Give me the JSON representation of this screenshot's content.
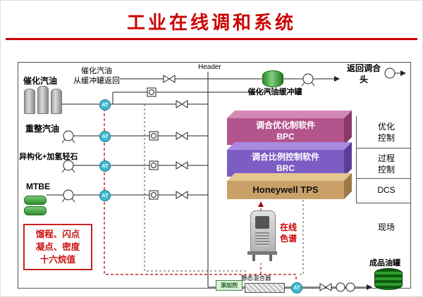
{
  "title": "工业在线调和系统",
  "feeds": {
    "catalytic": "催化汽油",
    "reformed": "重整汽油",
    "isomerized": "异构化+加氢轻石",
    "mtbe": "MTBE"
  },
  "top": {
    "header_label": "Header",
    "buffer_return_note": "催化汽油\n从缓冲罐返回",
    "buffer_tank_label": "催化汽油缓冲罐",
    "return_head_label": "返回调合\n头"
  },
  "control": {
    "bpc_title": "调合优化制软件",
    "bpc_abbr": "BPC",
    "brc_title": "调合比例控制软件",
    "brc_abbr": "BRC",
    "tps_label": "Honeywell TPS",
    "levels": {
      "optimization": "优化\n控制",
      "process": "过程\n控制",
      "dcs": "DCS",
      "field": "现场"
    }
  },
  "analyzer_label": "在线\n色谱",
  "quality_note": "馏程、闪点\n凝点、密度\n十六烷值",
  "bottom": {
    "additive_label": "添加剂",
    "mixer_label": "静态混合器",
    "product_tank_label": "成品油罐"
  },
  "instrument_tag": "AT",
  "colors": {
    "title_red": "#cc0000",
    "bpc_pink": "#b4548c",
    "brc_purple": "#7d5dc4",
    "tps_tan": "#c9a168",
    "analyzer_cyan": "#3fb9cf",
    "tank_green": "#2c8f2c"
  }
}
